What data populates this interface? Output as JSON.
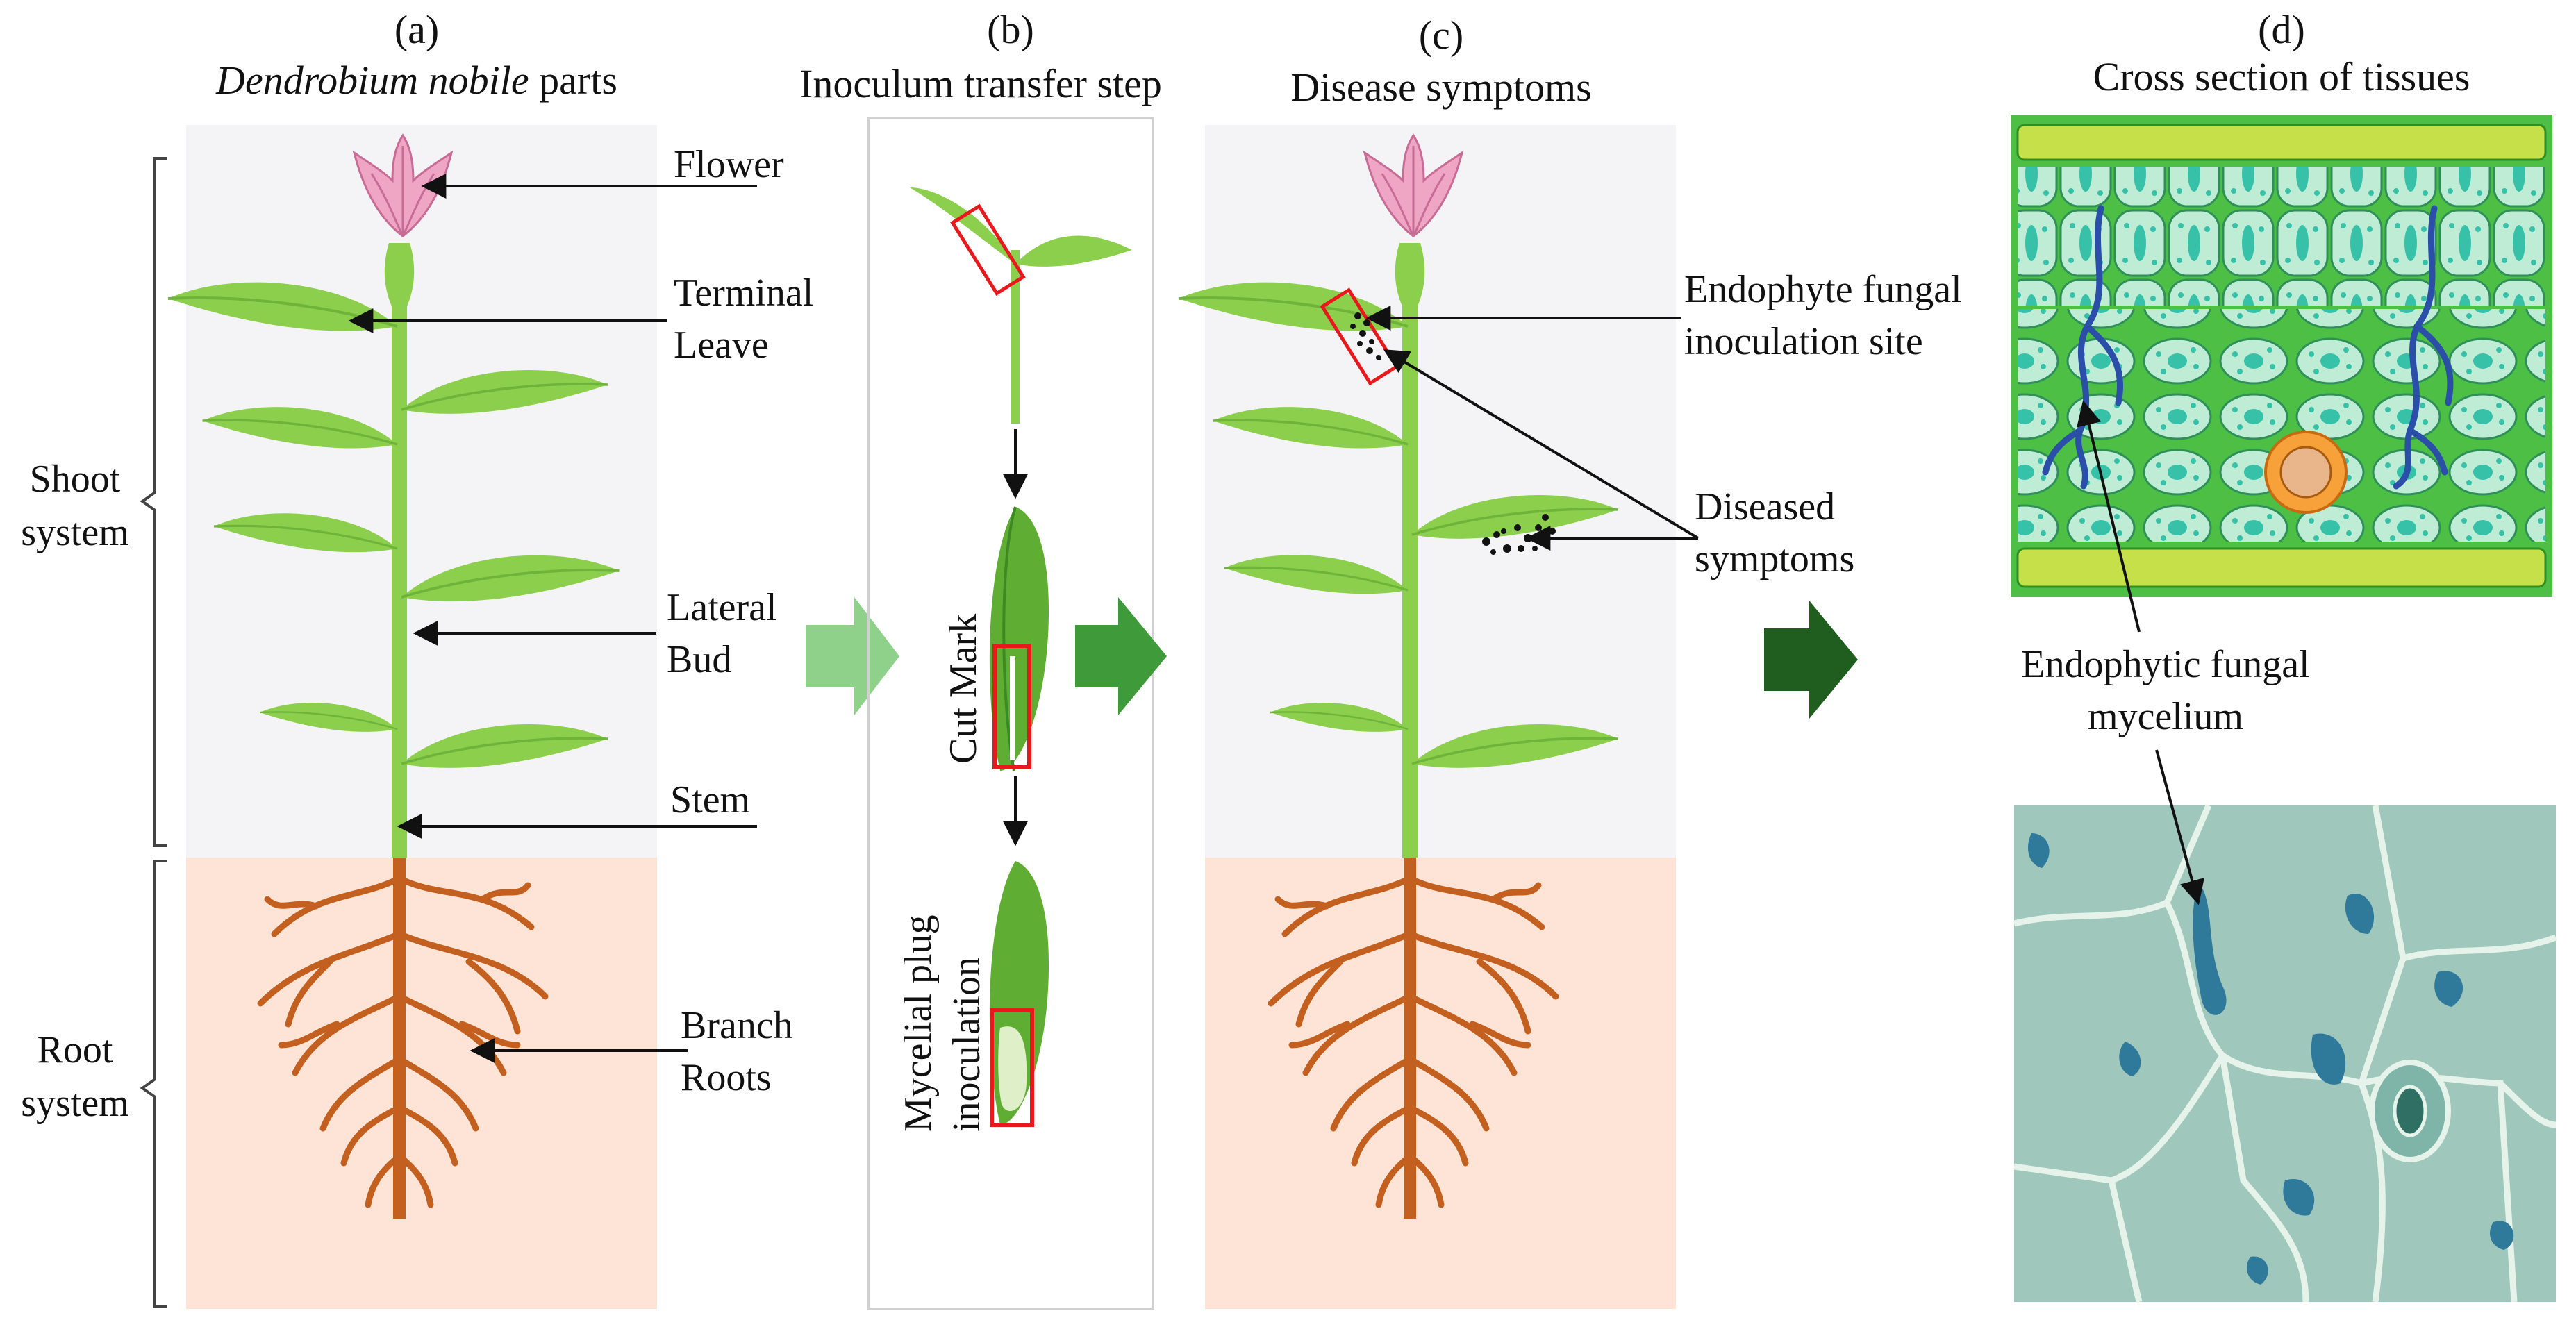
{
  "panel_a": {
    "letter": "(a)",
    "title_italic": "Dendrobium nobile",
    "title_rest": " parts",
    "labels": {
      "flower": "Flower",
      "terminal_1": "Terminal",
      "terminal_2": "Leave",
      "lateral_1": "Lateral",
      "lateral_2": "Bud",
      "stem": "Stem",
      "branch_1": "Branch",
      "branch_2": "Roots"
    },
    "side": {
      "shoot_1": "Shoot",
      "shoot_2": "system",
      "root_1": "Root",
      "root_2": "system"
    }
  },
  "panel_b": {
    "letter": "(b)",
    "title": "Inoculum transfer step",
    "cut_mark": "Cut Mark",
    "plug_1": "Mycelial plug",
    "plug_2": "inoculation"
  },
  "panel_c": {
    "letter": "(c)",
    "title": "Disease symptoms",
    "site_1": "Endophyte fungal",
    "site_2": "inoculation site",
    "diseased_1": "Diseased",
    "diseased_2": "symptoms"
  },
  "panel_d": {
    "letter": "(d)",
    "title": "Cross section of tissues",
    "mycelium_1": "Endophytic fungal",
    "mycelium_2": "mycelium"
  },
  "colors": {
    "shoot_bg": "#f4f4f6",
    "root_bg": "#fde4d6",
    "leaf": "#8ccf4c",
    "leaf_dark": "#6fb43a",
    "root": "#c4601f",
    "flower": "#eea6c4",
    "arrow_light": "#8fd18a",
    "arrow_mid": "#3f9a3a",
    "arrow_dark": "#1f5e1f",
    "cell_outer": "#4cbf44",
    "cell_fill": "#bfecd4",
    "nucleus": "#38c1a9",
    "hyphae": "#2b4fa8",
    "micro_bg": "#9fc7bb",
    "box_red": "#e8191c"
  }
}
